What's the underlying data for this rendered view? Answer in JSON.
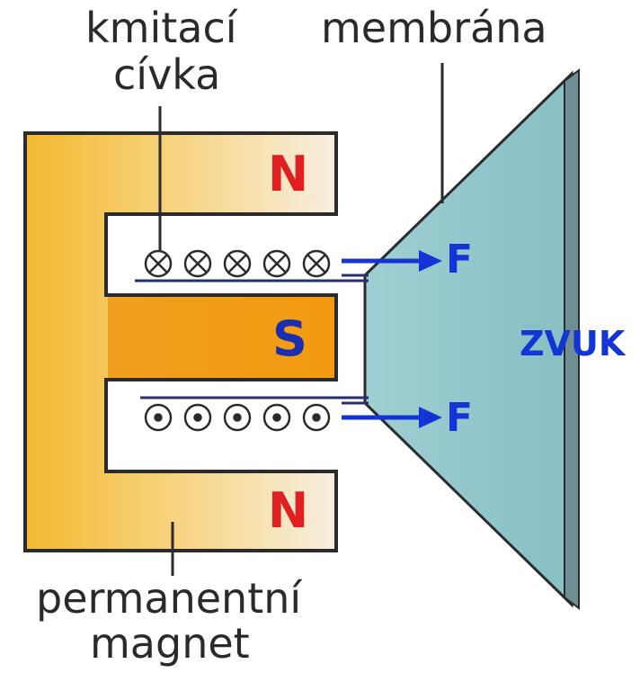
{
  "labels": {
    "coil_line1": "kmitací",
    "coil_line2": "cívka",
    "membrane": "membrána",
    "magnet_line1": "permanentní",
    "magnet_line2": "magnet",
    "sound": "ZVUK",
    "pole_north": "N",
    "pole_south": "S",
    "force": "F"
  },
  "colors": {
    "north": "#e02020",
    "south": "#1a2fb0",
    "force": "#1435d6",
    "membrane_fill": "#8fc5c9",
    "magnet_orange": "#f2a21c",
    "magnet_light": "#f7e2b5",
    "outline": "#2b2b2b"
  },
  "icons": {
    "coil_top": "current-into-page-icon",
    "coil_bottom": "current-out-of-page-icon",
    "force_arrow": "right-arrow-icon"
  }
}
